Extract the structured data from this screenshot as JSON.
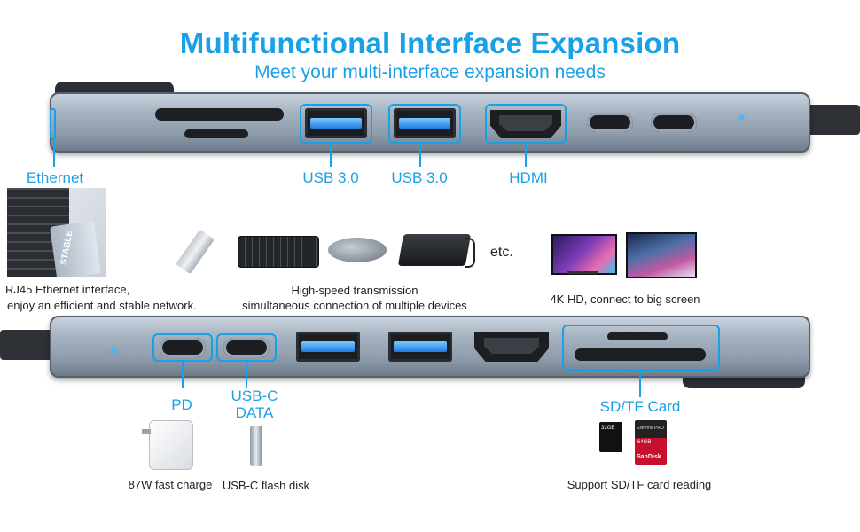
{
  "title": "Multifunctional Interface Expansion",
  "subtitle": "Meet your multi-interface expansion needs",
  "top_ports": {
    "ethernet": "Ethernet",
    "usb1": "USB 3.0",
    "usb2": "USB 3.0",
    "hdmi": "HDMI"
  },
  "middle": {
    "ethernet_caption_1": "RJ45 Ethernet interface,",
    "ethernet_caption_2": "enjoy an efficient and stable network.",
    "ethernet_photo_text": "STABLE",
    "transmission_caption_1": "High-speed transmission",
    "transmission_caption_2": "simultaneous connection of multiple devices",
    "etc": "etc.",
    "screen_caption": "4K HD, connect to big screen"
  },
  "bottom_ports": {
    "pd": "PD",
    "usbc_1": "USB-C",
    "usbc_2": "DATA",
    "sdtf": "SD/TF Card"
  },
  "bottom_captions": {
    "pd": "87W fast charge",
    "usbc": "USB-C flash disk",
    "sdtf": "Support SD/TF card reading"
  },
  "card_text": {
    "microsd": "32GB",
    "sd_brand": "SanDisk",
    "sd_capacity": "64GB",
    "sd_line": "Extreme PRO"
  },
  "colors": {
    "accent": "#1aa0e6",
    "led": "#3fb8ff",
    "hub_body": "#a7b4c2"
  }
}
